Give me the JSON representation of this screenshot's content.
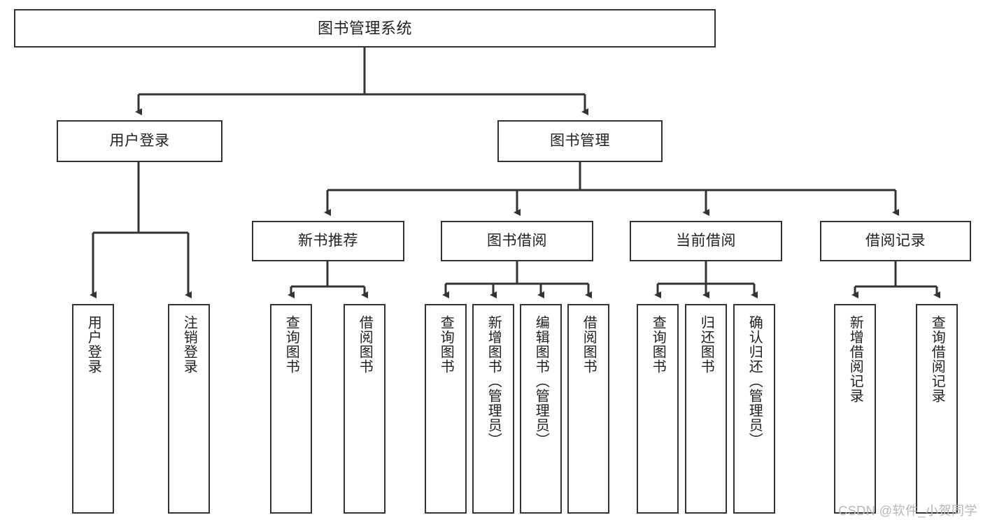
{
  "diagram": {
    "title": "图书管理系统",
    "type": "tree-hierarchy-chart",
    "watermark": "CSDN @软件_小贺同学",
    "colors": {
      "box_border": "#333333",
      "box_fill": "#ffffff",
      "edge": "#333333",
      "text": "#222222",
      "watermark": "#b7b7b7"
    },
    "nodes": {
      "root": {
        "label": "图书管理系统"
      },
      "level2": [
        {
          "id": "user-login",
          "label": "用户登录"
        },
        {
          "id": "book-management",
          "label": "图书管理"
        }
      ],
      "level3": [
        {
          "id": "new-book-recommend",
          "label": "新书推荐"
        },
        {
          "id": "book-borrow",
          "label": "图书借阅"
        },
        {
          "id": "current-borrow",
          "label": "当前借阅"
        },
        {
          "id": "borrow-record",
          "label": "借阅记录"
        }
      ],
      "leaves": {
        "user_login": [
          {
            "id": "leaf-user-login",
            "label": "用户登录"
          },
          {
            "id": "leaf-logout",
            "label": "注销登录"
          }
        ],
        "new_book_recommend": [
          {
            "id": "leaf-query-book-1",
            "label": "查询图书"
          },
          {
            "id": "leaf-borrow-book-1",
            "label": "借阅图书"
          }
        ],
        "book_borrow": [
          {
            "id": "leaf-query-book-2",
            "label": "查询图书"
          },
          {
            "id": "leaf-add-book",
            "label": "新增图书（管理员）"
          },
          {
            "id": "leaf-edit-book",
            "label": "编辑图书（管理员）"
          },
          {
            "id": "leaf-borrow-book-2",
            "label": "借阅图书"
          }
        ],
        "current_borrow": [
          {
            "id": "leaf-query-book-3",
            "label": "查询图书"
          },
          {
            "id": "leaf-return-book",
            "label": "归还图书"
          },
          {
            "id": "leaf-confirm-return",
            "label": "确认归还（管理员）"
          }
        ],
        "borrow_record": [
          {
            "id": "leaf-add-record",
            "label": "新增借阅记录"
          },
          {
            "id": "leaf-query-record",
            "label": "查询借阅记录"
          }
        ]
      }
    }
  }
}
